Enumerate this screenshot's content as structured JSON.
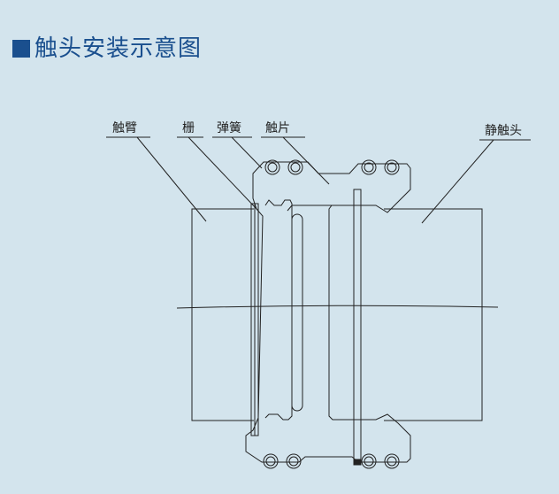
{
  "heading": {
    "title": "触头安装示意图"
  },
  "diagram": {
    "labels": {
      "arm": "触臂",
      "grid": "栅",
      "spring": "弹簧",
      "finger": "触片",
      "static": "静触头"
    }
  },
  "colors": {
    "background": "#d3e4ed",
    "heading": "#1a4f8e",
    "line": "#222222"
  }
}
